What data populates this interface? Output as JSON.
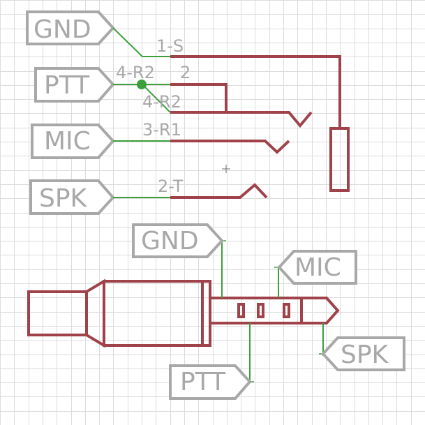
{
  "colors": {
    "background": "#ffffff",
    "grid": "#dcdcdc",
    "label": "#a8a8a8",
    "net": "#3da03d",
    "symbol": "#a0424a"
  },
  "schematic_labels": {
    "gnd": "GND",
    "ptt": "PTT",
    "mic": "MIC",
    "spk": "SPK"
  },
  "pin_labels": {
    "sleeve": "1-S",
    "ring2": "4-R2",
    "ring2_num": "2",
    "ring2_b": "4-R2",
    "ring1": "3-R1",
    "tip": "2-T"
  },
  "plug_labels": {
    "gnd": "GND",
    "mic": "MIC",
    "spk": "SPK",
    "ptt": "PTT"
  }
}
